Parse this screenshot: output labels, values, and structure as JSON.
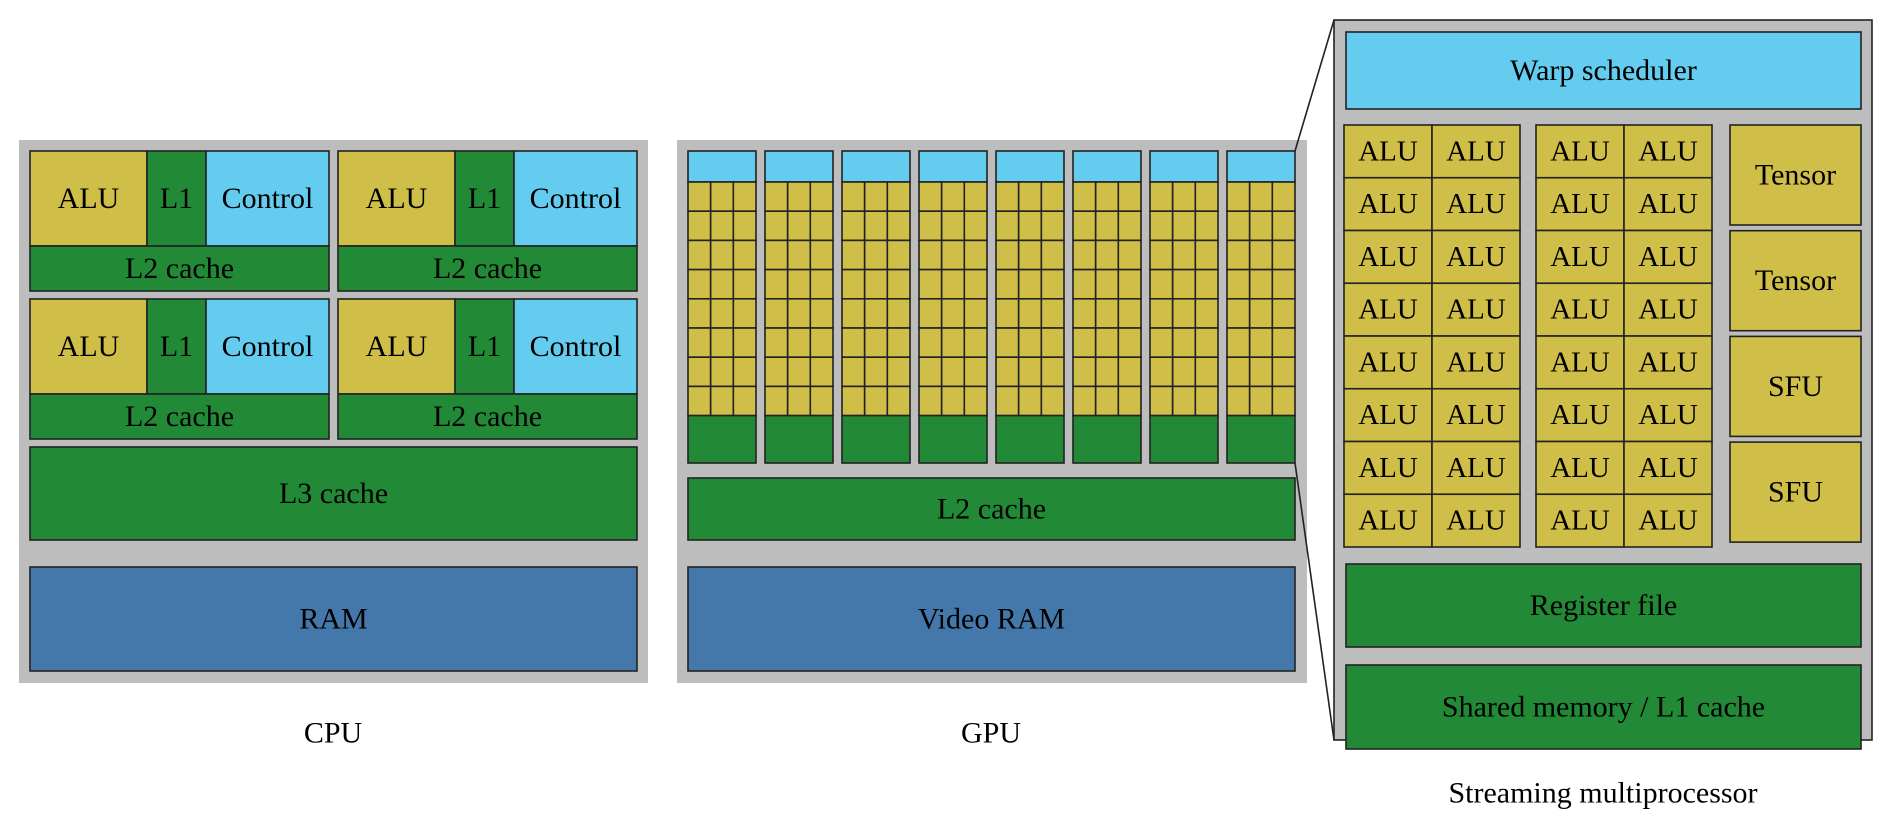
{
  "colors": {
    "alu": "#cfbe48",
    "cache": "#228936",
    "control": "#64ccee",
    "memory": "#4578aa",
    "frame": "#bdbdbd",
    "border": "#222222"
  },
  "cpu": {
    "caption": "CPU",
    "cores": [
      {
        "alu": "ALU",
        "l1": "L1",
        "control": "Control",
        "l2": "L2 cache"
      },
      {
        "alu": "ALU",
        "l1": "L1",
        "control": "Control",
        "l2": "L2 cache"
      },
      {
        "alu": "ALU",
        "l1": "L1",
        "control": "Control",
        "l2": "L2 cache"
      },
      {
        "alu": "ALU",
        "l1": "L1",
        "control": "Control",
        "l2": "L2 cache"
      }
    ],
    "l3": "L3 cache",
    "ram": "RAM"
  },
  "gpu": {
    "caption": "GPU",
    "sm_count": 8,
    "alu_cols_per_sm": 3,
    "alu_rows_per_sm": 8,
    "l2": "L2 cache",
    "vram": "Video RAM"
  },
  "sm": {
    "caption": "Streaming multiprocessor",
    "warp_scheduler": "Warp scheduler",
    "alu_label": "ALU",
    "alu_blocks": 2,
    "alu_cols_per_block": 2,
    "alu_rows": 8,
    "special_units": [
      "Tensor",
      "Tensor",
      "SFU",
      "SFU"
    ],
    "register_file": "Register file",
    "shared_memory": "Shared memory / L1 cache"
  }
}
